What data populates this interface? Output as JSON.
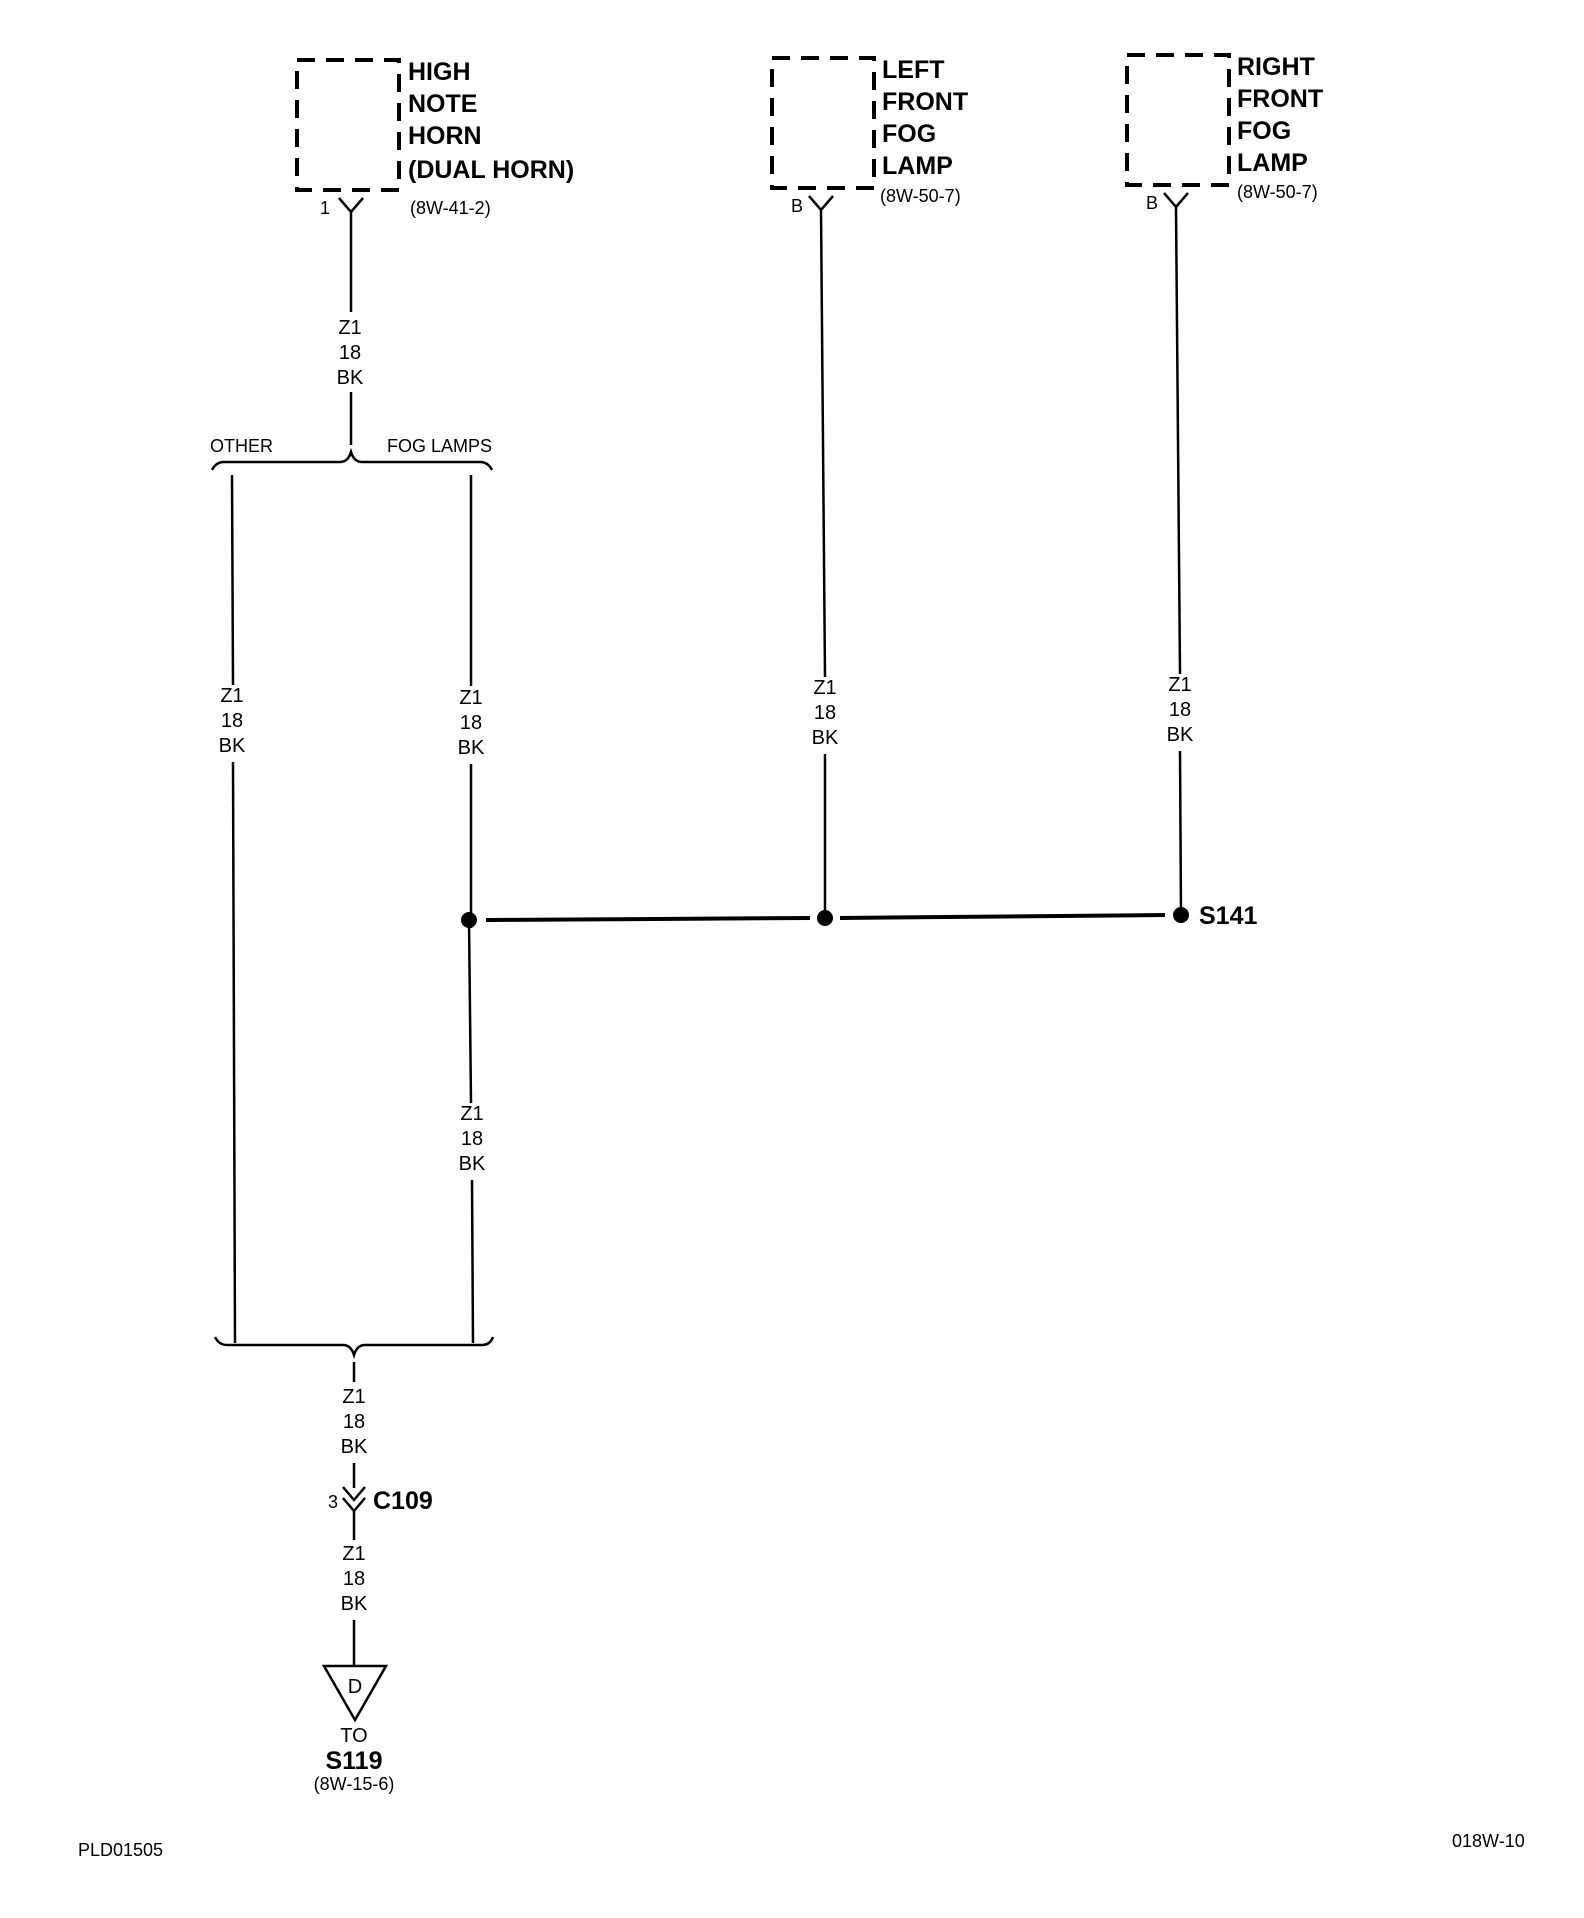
{
  "components": {
    "high_note_horn": {
      "name_lines": [
        "HIGH",
        "NOTE",
        "HORN",
        "(DUAL HORN)"
      ],
      "ref": "(8W-41-2)",
      "pin": "1"
    },
    "left_front_fog_lamp": {
      "name_lines": [
        "LEFT",
        "FRONT",
        "FOG",
        "LAMP"
      ],
      "ref": "(8W-50-7)",
      "pin": "B"
    },
    "right_front_fog_lamp": {
      "name_lines": [
        "RIGHT",
        "FRONT",
        "FOG",
        "LAMP"
      ],
      "ref": "(8W-50-7)",
      "pin": "B"
    }
  },
  "wire": {
    "circuit": "Z1",
    "gauge": "18",
    "color": "BK"
  },
  "branch_labels": {
    "other": "OTHER",
    "fog_lamps": "FOG LAMPS"
  },
  "splice": {
    "name": "S141"
  },
  "connector": {
    "name": "C109",
    "pin": "3"
  },
  "ground": {
    "letter": "D",
    "to": "TO",
    "dest": "S119",
    "ref": "(8W-15-6)"
  },
  "footer": {
    "left_code": "PLD01505",
    "right_code": "018W-10"
  }
}
